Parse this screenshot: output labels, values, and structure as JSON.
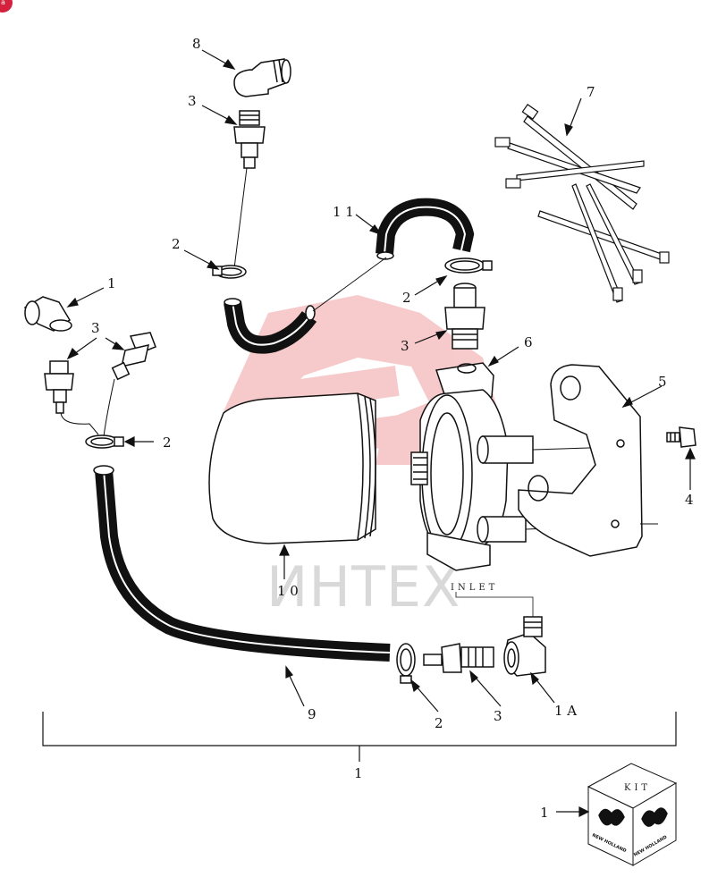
{
  "diagram": {
    "labels": {
      "l1_top": "1",
      "l1_bottom": "1",
      "l1_kit": "1",
      "l1a": "1 A",
      "l2_upper": "2",
      "l2_left": "2",
      "l2_mid": "2",
      "l2_bottom": "2",
      "l3_top": "3",
      "l3_left": "3",
      "l3_mid": "3",
      "l3_bottom": "3",
      "l4": "4",
      "l5": "5",
      "l6": "6",
      "l7": "7",
      "l8": "8",
      "l9": "9",
      "l10": "1 0",
      "l11": "1 1"
    },
    "inlet_text": "INLET",
    "kit_box": {
      "kit_text": "KIT",
      "brand_left": "NEW HOLLAND",
      "brand_right": "NEW HOLLAND"
    },
    "watermark_text": "ИНТЕХ",
    "colors": {
      "ink": "#111111",
      "watermark_red": "#e86a6a",
      "badge": "#d4213d"
    }
  }
}
